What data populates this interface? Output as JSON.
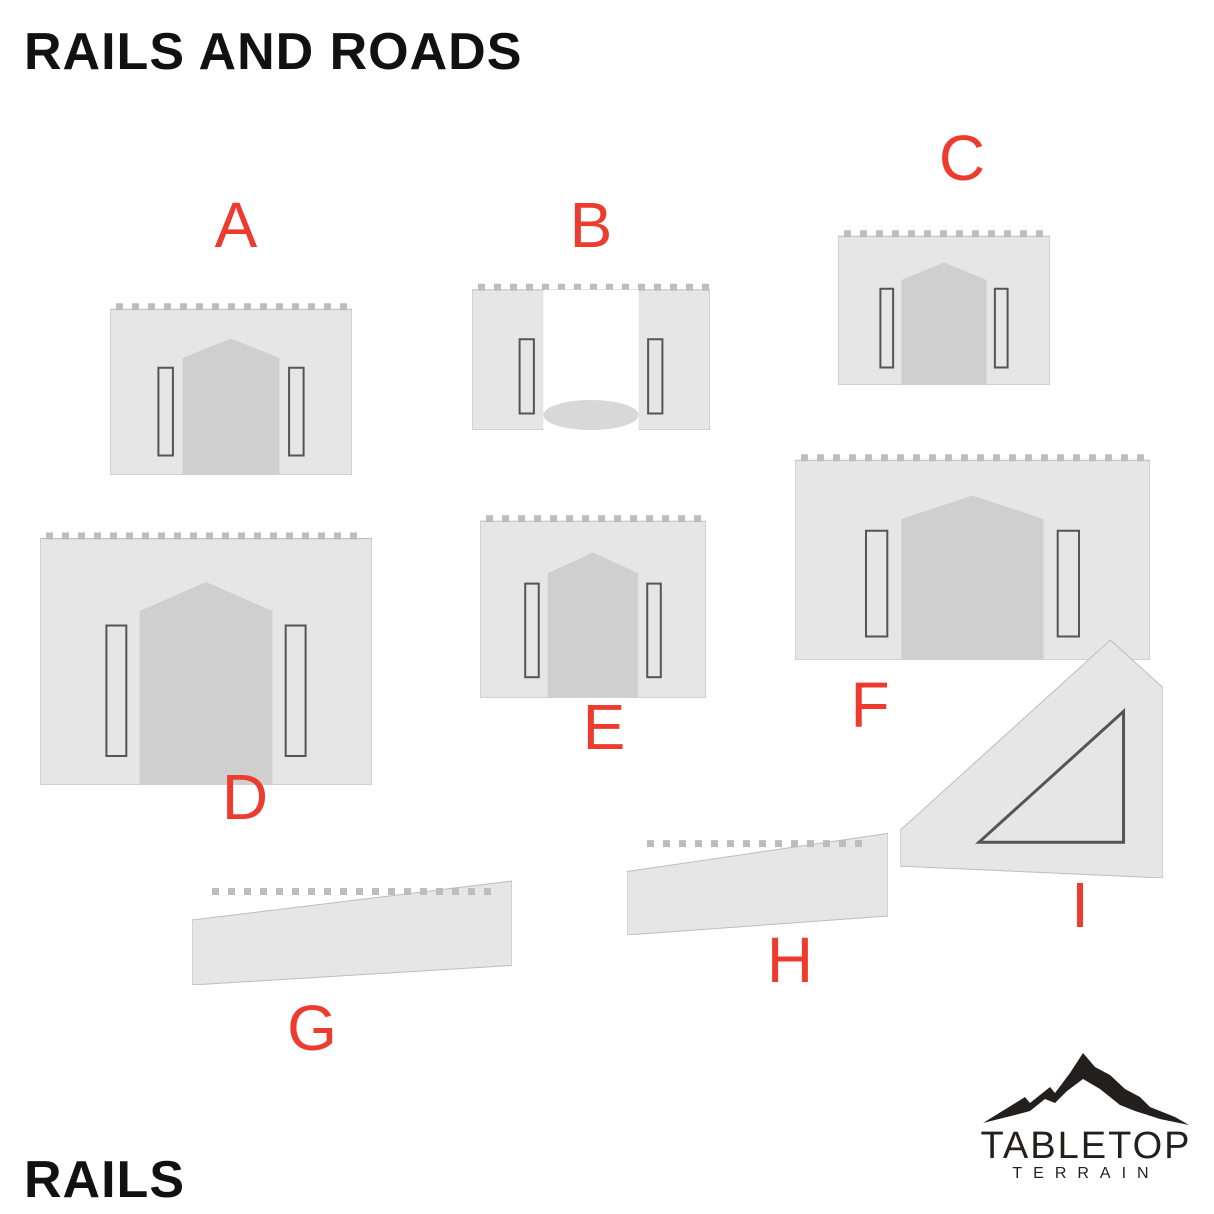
{
  "title": "RAILS AND ROADS",
  "subtitle": "RAILS",
  "label_color": "#ee3b2f",
  "model_color": "#e6e6e6",
  "labels": [
    "A",
    "B",
    "C",
    "D",
    "E",
    "F",
    "G",
    "H",
    "I"
  ],
  "models": [
    {
      "label": "A",
      "kind": "arch"
    },
    {
      "label": "B",
      "kind": "ruined-arch"
    },
    {
      "label": "C",
      "kind": "arch"
    },
    {
      "label": "D",
      "kind": "crossing-arch"
    },
    {
      "label": "E",
      "kind": "arch"
    },
    {
      "label": "F",
      "kind": "junction-arch"
    },
    {
      "label": "G",
      "kind": "curved-rail"
    },
    {
      "label": "H",
      "kind": "straight-rail"
    },
    {
      "label": "I",
      "kind": "ramp-rail"
    }
  ],
  "logo": {
    "brand": "TABLETOP",
    "sub": "TERRAIN",
    "icon": "mountain-icon"
  }
}
